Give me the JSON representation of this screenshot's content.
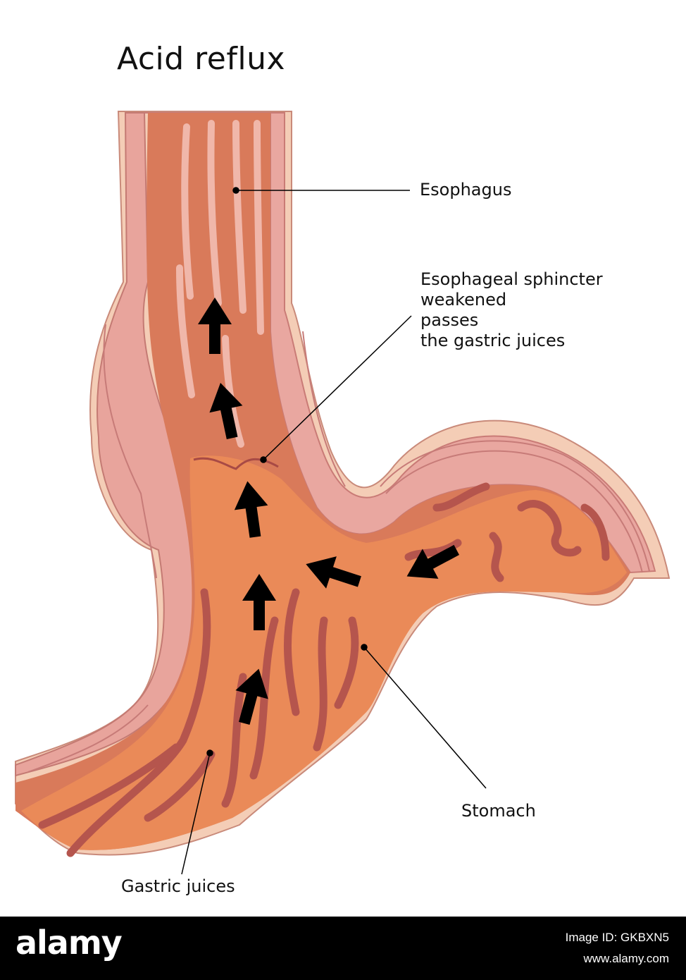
{
  "title": "Acid reflux",
  "labels": {
    "esophagus": "Esophagus",
    "sphincter": [
      "Esophageal sphincter",
      "weakened",
      "passes",
      "the gastric juices"
    ],
    "stomach": "Stomach",
    "gastric_juices": "Gastric juices"
  },
  "footer": {
    "logo": "alamy",
    "image_id": "Image ID: GKBXN5",
    "site": "www.alamy.com"
  },
  "colors": {
    "esophagus_wall": "#f4cdb6",
    "esophagus_lumen": "#d97a5a",
    "stomach_lumen": "#ea8a58",
    "fold": "#b5554d",
    "arrow": "#000000",
    "footer_bg": "#000000"
  }
}
